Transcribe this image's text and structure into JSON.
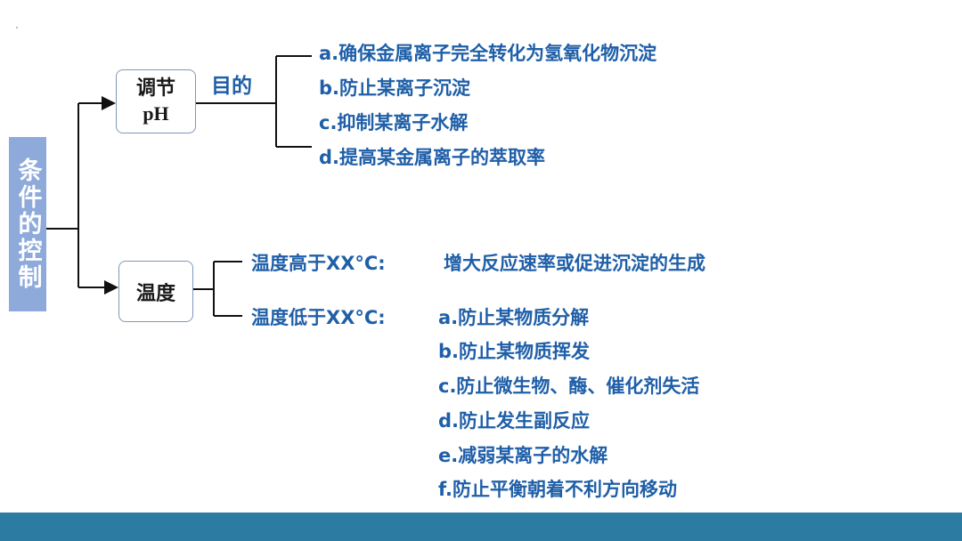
{
  "root": {
    "label": "条件的控制"
  },
  "ph": {
    "node_line1": "调节",
    "node_line2": "pH",
    "purpose_label": "目的",
    "items": [
      "a.确保金属离子完全转化为氢氧化物沉淀",
      "b.防止某离子沉淀",
      "c.抑制某离子水解",
      "d.提高某金属离子的萃取率"
    ]
  },
  "temperature": {
    "node_label": "温度",
    "high": {
      "label": "温度高于XX°C:",
      "effect": "增大反应速率或促进沉淀的生成"
    },
    "low": {
      "label": "温度低于XX°C:",
      "items": [
        "a.防止某物质分解",
        "b.防止某物质挥发",
        "c.防止微生物、酶、催化剂失活",
        "d.防止发生副反应",
        "e.减弱某离子的水解",
        "f.防止平衡朝着不利方向移动"
      ]
    }
  },
  "colors": {
    "accent_text": "#1f5fa8",
    "side_bar": "#8eaadb",
    "footer": "#2b7ba3"
  }
}
